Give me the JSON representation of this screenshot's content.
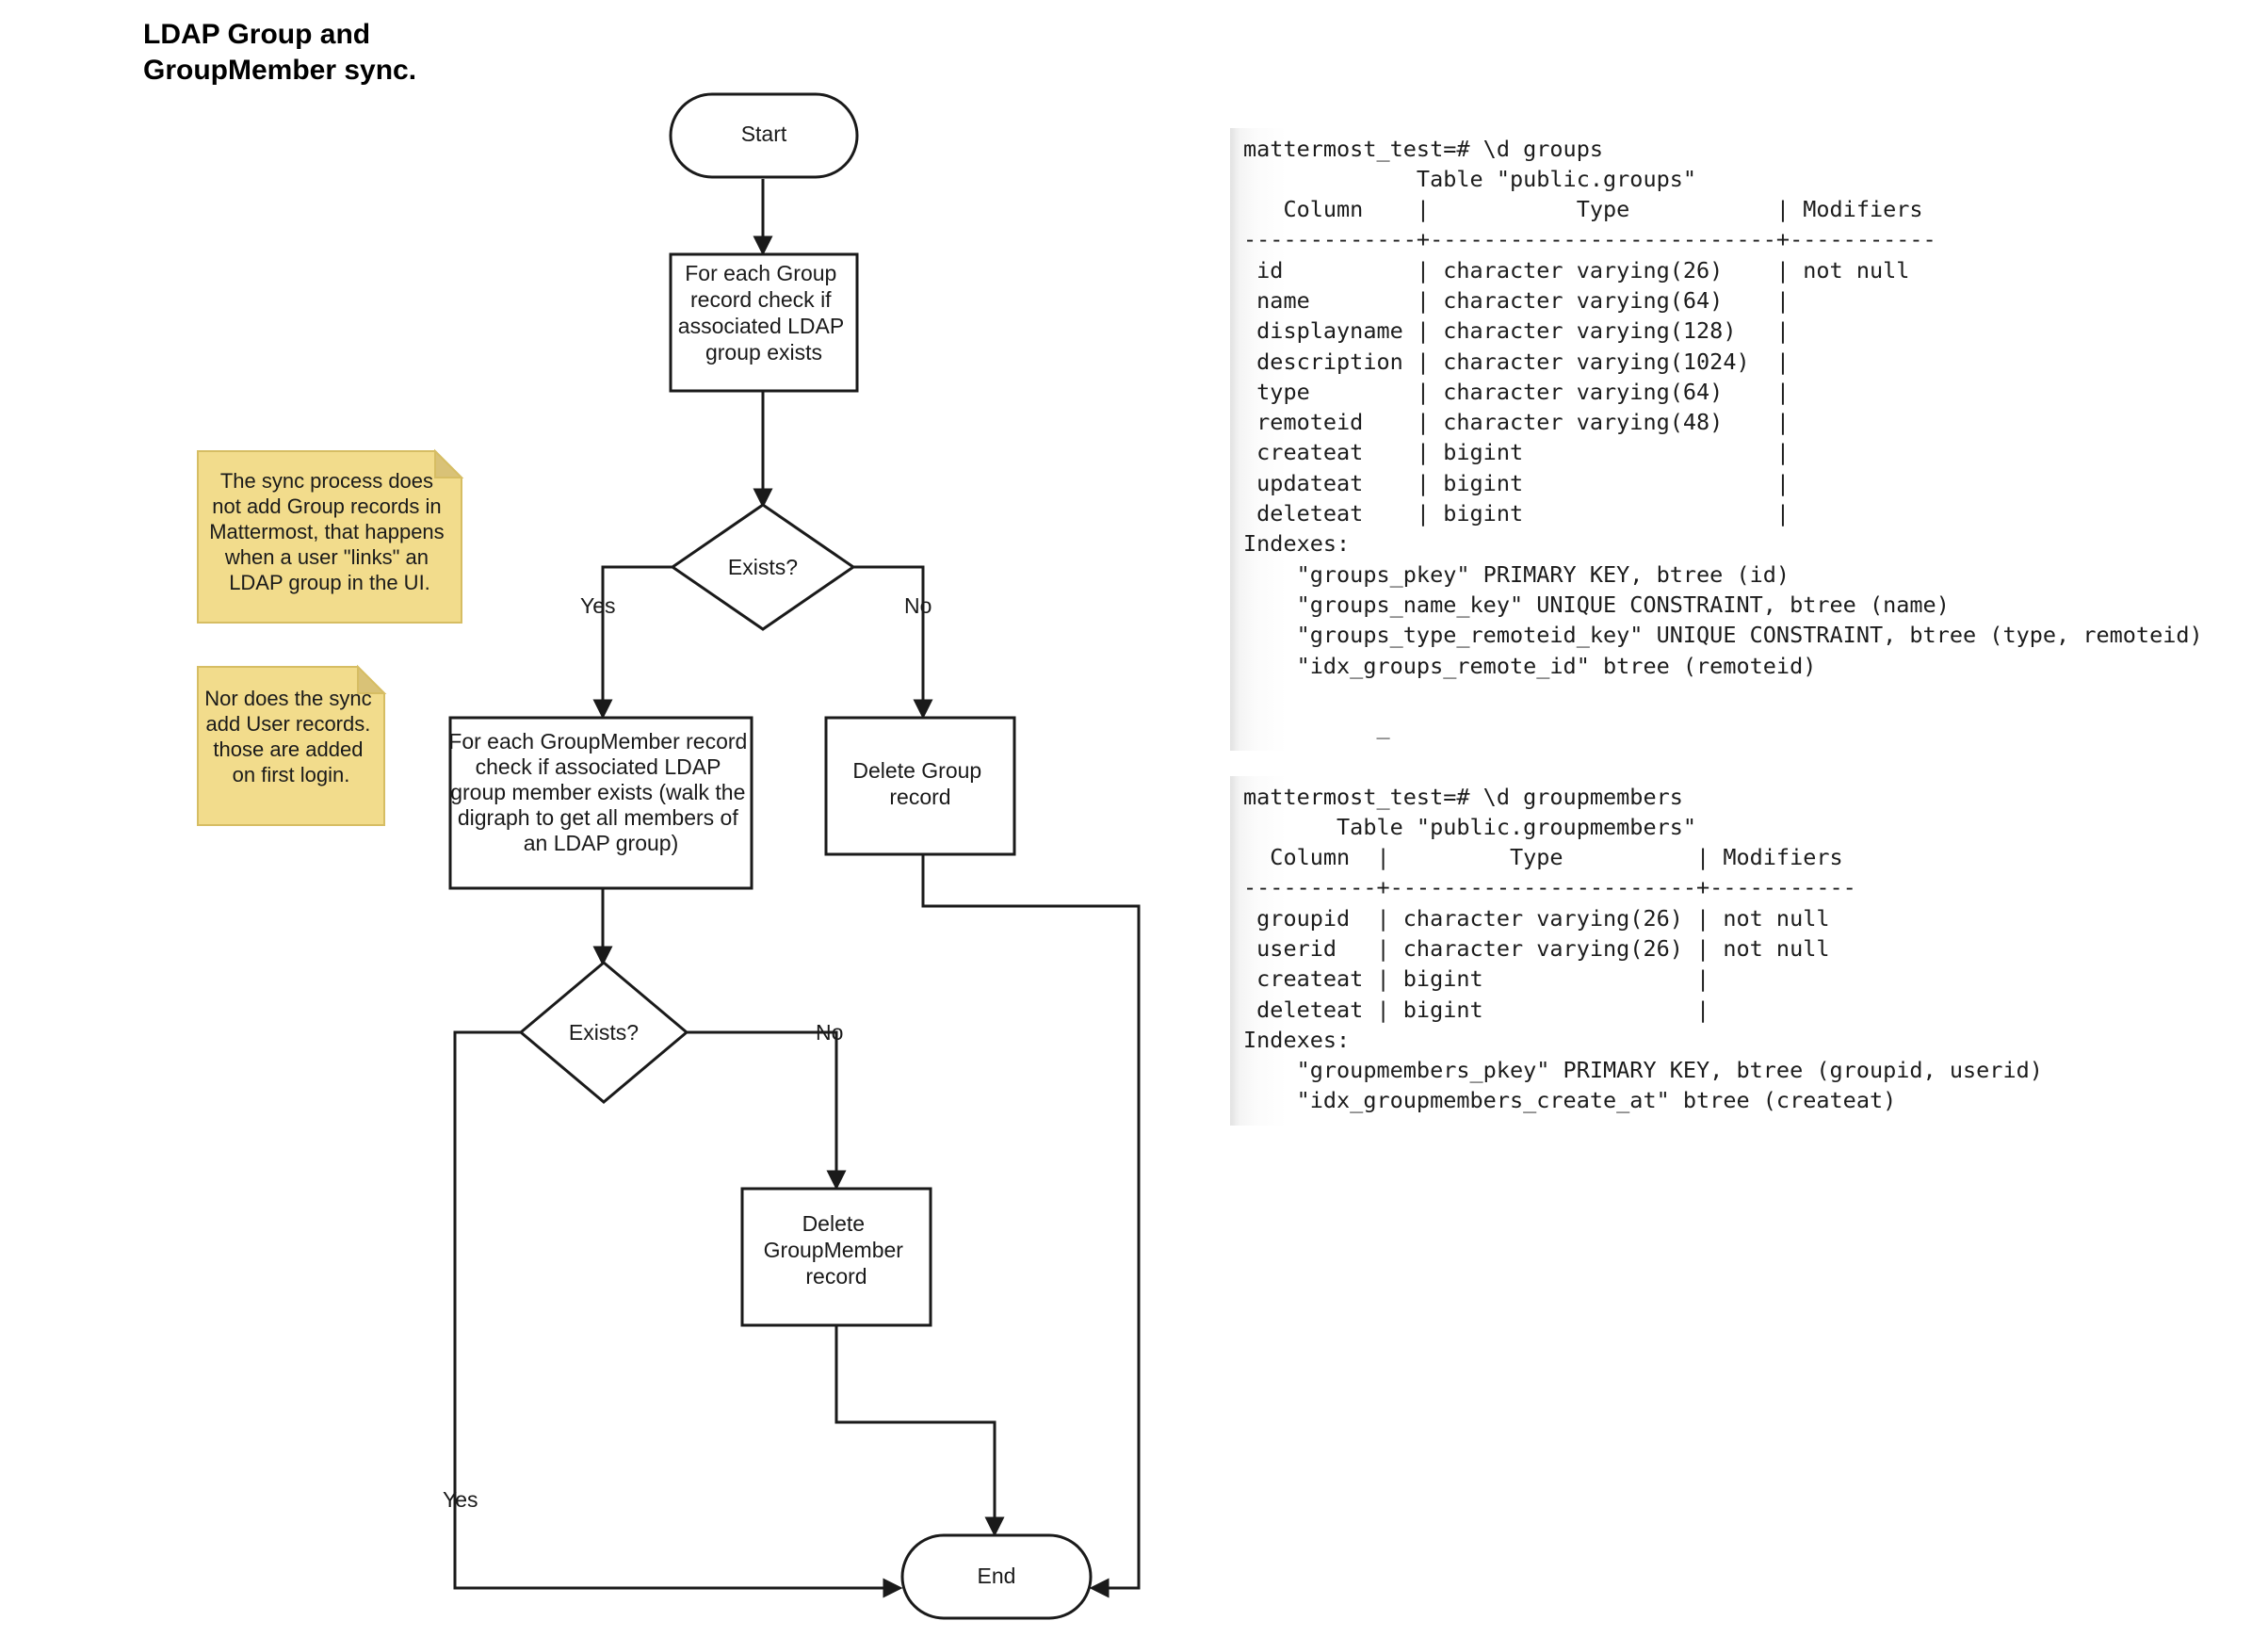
{
  "title": "LDAP Group and\nGroupMember sync.",
  "flowchart": {
    "nodes": {
      "start": "Start",
      "check_group": "For each Group\nrecord check if\nassociated LDAP\ngroup exists",
      "decision1": "Exists?",
      "check_groupmember": "For each GroupMember record\ncheck if associated LDAP\ngroup member exists (walk the\ndigraph to get all members of\nan LDAP group)",
      "delete_group": "Delete Group\nrecord",
      "decision2": "Exists?",
      "delete_groupmember": "Delete\nGroupMember\nrecord",
      "end": "End"
    },
    "edge_labels": {
      "d1_yes": "Yes",
      "d1_no": "No",
      "d2_no": "No",
      "d2_yes": "Yes"
    },
    "notes": [
      {
        "id": "note-group-records",
        "lines": [
          "The sync process does",
          "not add Group records in",
          "Mattermost, that happens",
          "when a user \"links\" an",
          "LDAP group in the UI."
        ]
      },
      {
        "id": "note-user-records",
        "lines": [
          "Nor does the sync",
          "add User records.",
          "those are added",
          "on first login."
        ]
      }
    ]
  },
  "terminals": {
    "groups": "mattermost_test=# \\d groups\n             Table \"public.groups\"\n   Column    |           Type           | Modifiers\n-------------+--------------------------+-----------\n id          | character varying(26)    | not null\n name        | character varying(64)    |\n displayname | character varying(128)   |\n description | character varying(1024)  |\n type        | character varying(64)    |\n remoteid    | character varying(48)    |\n createat    | bigint                   |\n updateat    | bigint                   |\n deleteat    | bigint                   |\nIndexes:\n    \"groups_pkey\" PRIMARY KEY, btree (id)\n    \"groups_name_key\" UNIQUE CONSTRAINT, btree (name)\n    \"groups_type_remoteid_key\" UNIQUE CONSTRAINT, btree (type, remoteid)\n    \"idx_groups_remote_id\" btree (remoteid)\n\n          _",
    "groupmembers": "mattermost_test=# \\d groupmembers\n       Table \"public.groupmembers\"\n  Column  |         Type          | Modifiers\n----------+-----------------------+-----------\n groupid  | character varying(26) | not null\n userid   | character varying(26) | not null\n createat | bigint                |\n deleteat | bigint                |\nIndexes:\n    \"groupmembers_pkey\" PRIMARY KEY, btree (groupid, userid)\n    \"idx_groupmembers_create_at\" btree (createat)"
  }
}
